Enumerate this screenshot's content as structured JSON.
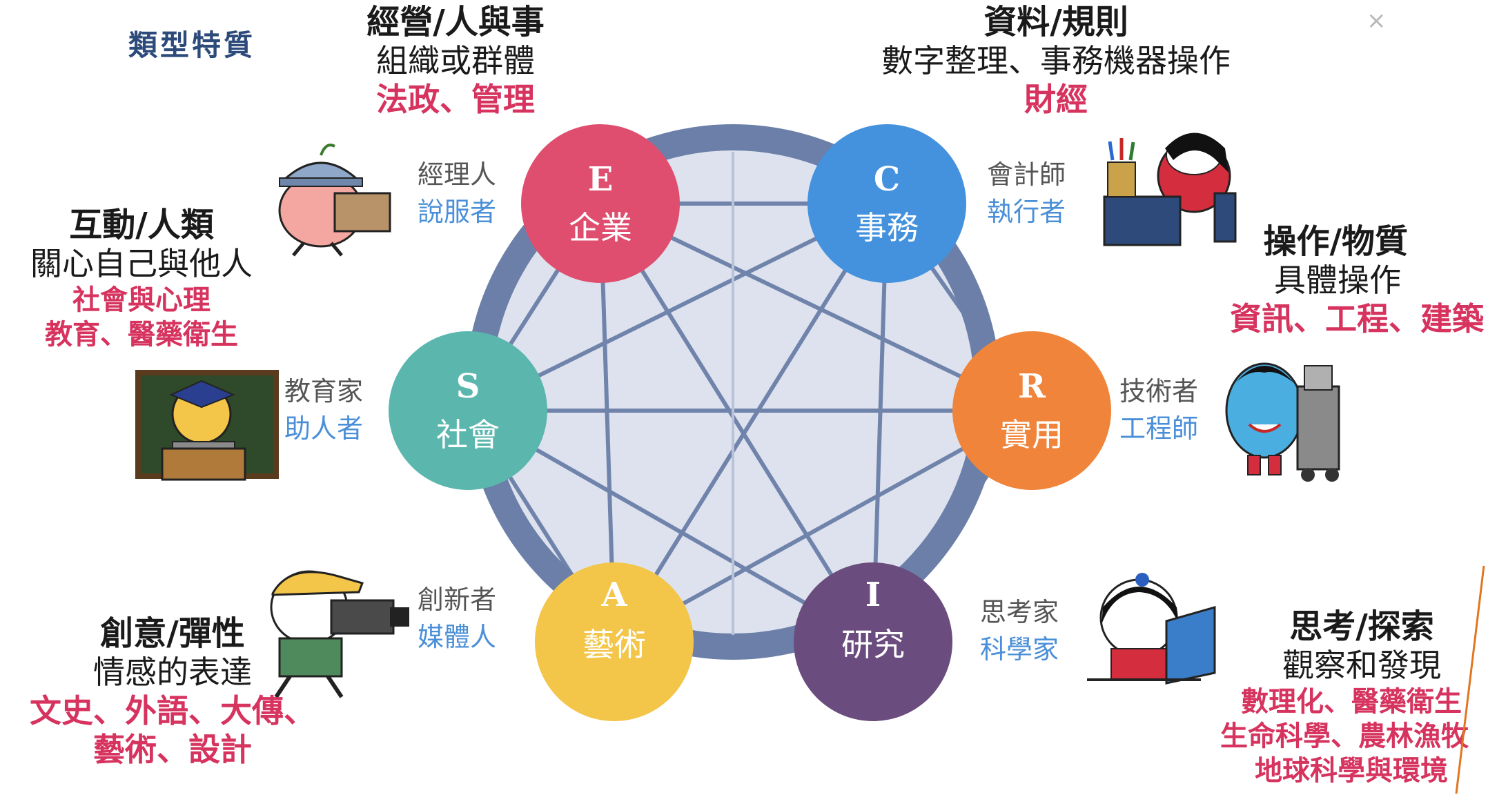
{
  "header": {
    "section_title": "類型特質",
    "close_label": "×"
  },
  "colors": {
    "ring": "#6b7fa8",
    "ring_fill": "#dde2ee",
    "lines": "#6b7fa8",
    "E": "#df4e6e",
    "C": "#4492dd",
    "R": "#f0843a",
    "I": "#6a4d7e",
    "A": "#f3c548",
    "S": "#5bb7ad",
    "accent_red": "#d6335e",
    "role_blue": "#4a8fd8"
  },
  "nodes": {
    "E": {
      "letter": "E",
      "name": "企業"
    },
    "C": {
      "letter": "C",
      "name": "事務"
    },
    "R": {
      "letter": "R",
      "name": "實用"
    },
    "I": {
      "letter": "I",
      "name": "研究"
    },
    "A": {
      "letter": "A",
      "name": "藝術"
    },
    "S": {
      "letter": "S",
      "name": "社會"
    }
  },
  "roles": {
    "E": {
      "primary": "經理人",
      "secondary": "說服者"
    },
    "C": {
      "primary": "會計師",
      "secondary": "執行者"
    },
    "R": {
      "primary": "技術者",
      "secondary": "工程師"
    },
    "I": {
      "primary": "思考家",
      "secondary": "科學家"
    },
    "A": {
      "primary": "創新者",
      "secondary": "媒體人"
    },
    "S": {
      "primary": "教育家",
      "secondary": "助人者"
    }
  },
  "descriptions": {
    "E": {
      "title": "經營/人與事",
      "subtitle": "組織或群體",
      "fields": [
        "法政、管理"
      ]
    },
    "C": {
      "title": "資料/規則",
      "subtitle": "數字整理、事務機器操作",
      "fields": [
        "財經"
      ]
    },
    "R": {
      "title": "操作/物質",
      "subtitle": "具體操作",
      "fields": [
        "資訊、工程、建築"
      ]
    },
    "I": {
      "title": "思考/探索",
      "subtitle": "觀察和發現",
      "fields": [
        "數理化、醫藥衛生",
        "生命科學、農林漁牧",
        "地球科學與環境"
      ]
    },
    "A": {
      "title": "創意/彈性",
      "subtitle": "情感的表達",
      "fields": [
        "文史、外語、大傳、",
        "藝術、設計"
      ]
    },
    "S": {
      "title": "互動/人類",
      "subtitle": "關心自己與他人",
      "fields": [
        "社會與心理",
        "教育、醫藥衛生"
      ]
    }
  },
  "icons": {
    "E": "cartoon-manager-with-box-icon",
    "C": "cartoon-accountant-at-desk-icon",
    "R": "cartoon-technician-with-machine-icon",
    "I": "cartoon-thinker-reading-book-icon",
    "A": "cartoon-cameraman-icon",
    "S": "cartoon-teacher-at-blackboard-icon"
  }
}
